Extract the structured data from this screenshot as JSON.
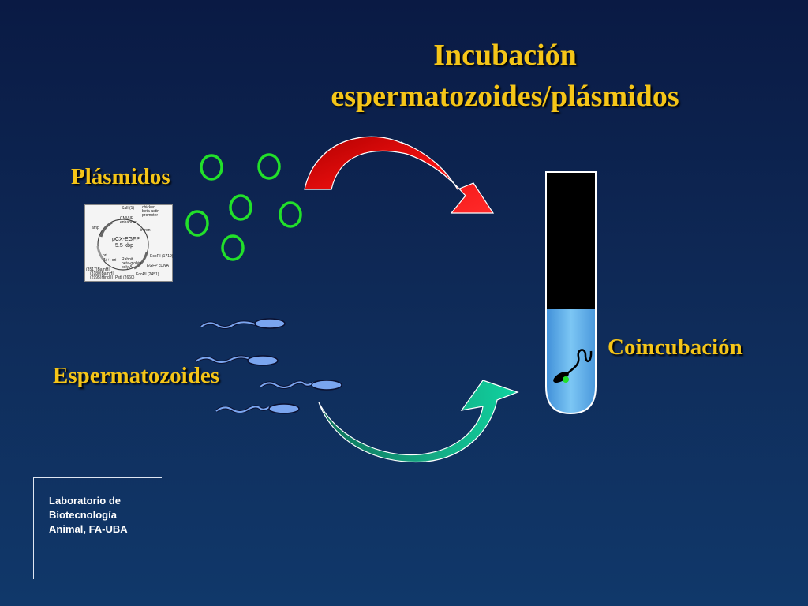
{
  "title": {
    "line1": "Incubación",
    "line2": "espermatozoides/plásmidos"
  },
  "labels": {
    "plasmids": "Plásmidos",
    "sperm": "Espermatozoides",
    "coincubation": "Coincubación"
  },
  "plasmid_map": {
    "center_name": "pCX-EGFP",
    "center_size": "5.5 kbp",
    "sites": [
      "SalI (1)",
      "chicken",
      "beta-actin",
      "promoter",
      "CMV-IE",
      "enhancer",
      "intron",
      "amp",
      "ori",
      "f1(+) ori",
      "EcoRI (1719)",
      "EGFP cDNA",
      "Rabbit",
      "beta-globin",
      "poly A",
      "EcoRI (2451)",
      "(3517)BamHI",
      "(3180)BamHI",
      "(2995)HindIII",
      "PstI (2660)"
    ]
  },
  "footer": {
    "line1": "Laboratorio de",
    "line2": "Biotecnología",
    "line3": "Animal, FA-UBA"
  },
  "colors": {
    "title_text": "#f5c518",
    "plasmid_ring": "#22e02a",
    "red_arrow": "#e00a0a",
    "green_arrow": "#14a882",
    "sperm_head": "#7aa5ef",
    "tube_liquid": "#6ab7ee",
    "tube_top": "#000000"
  }
}
